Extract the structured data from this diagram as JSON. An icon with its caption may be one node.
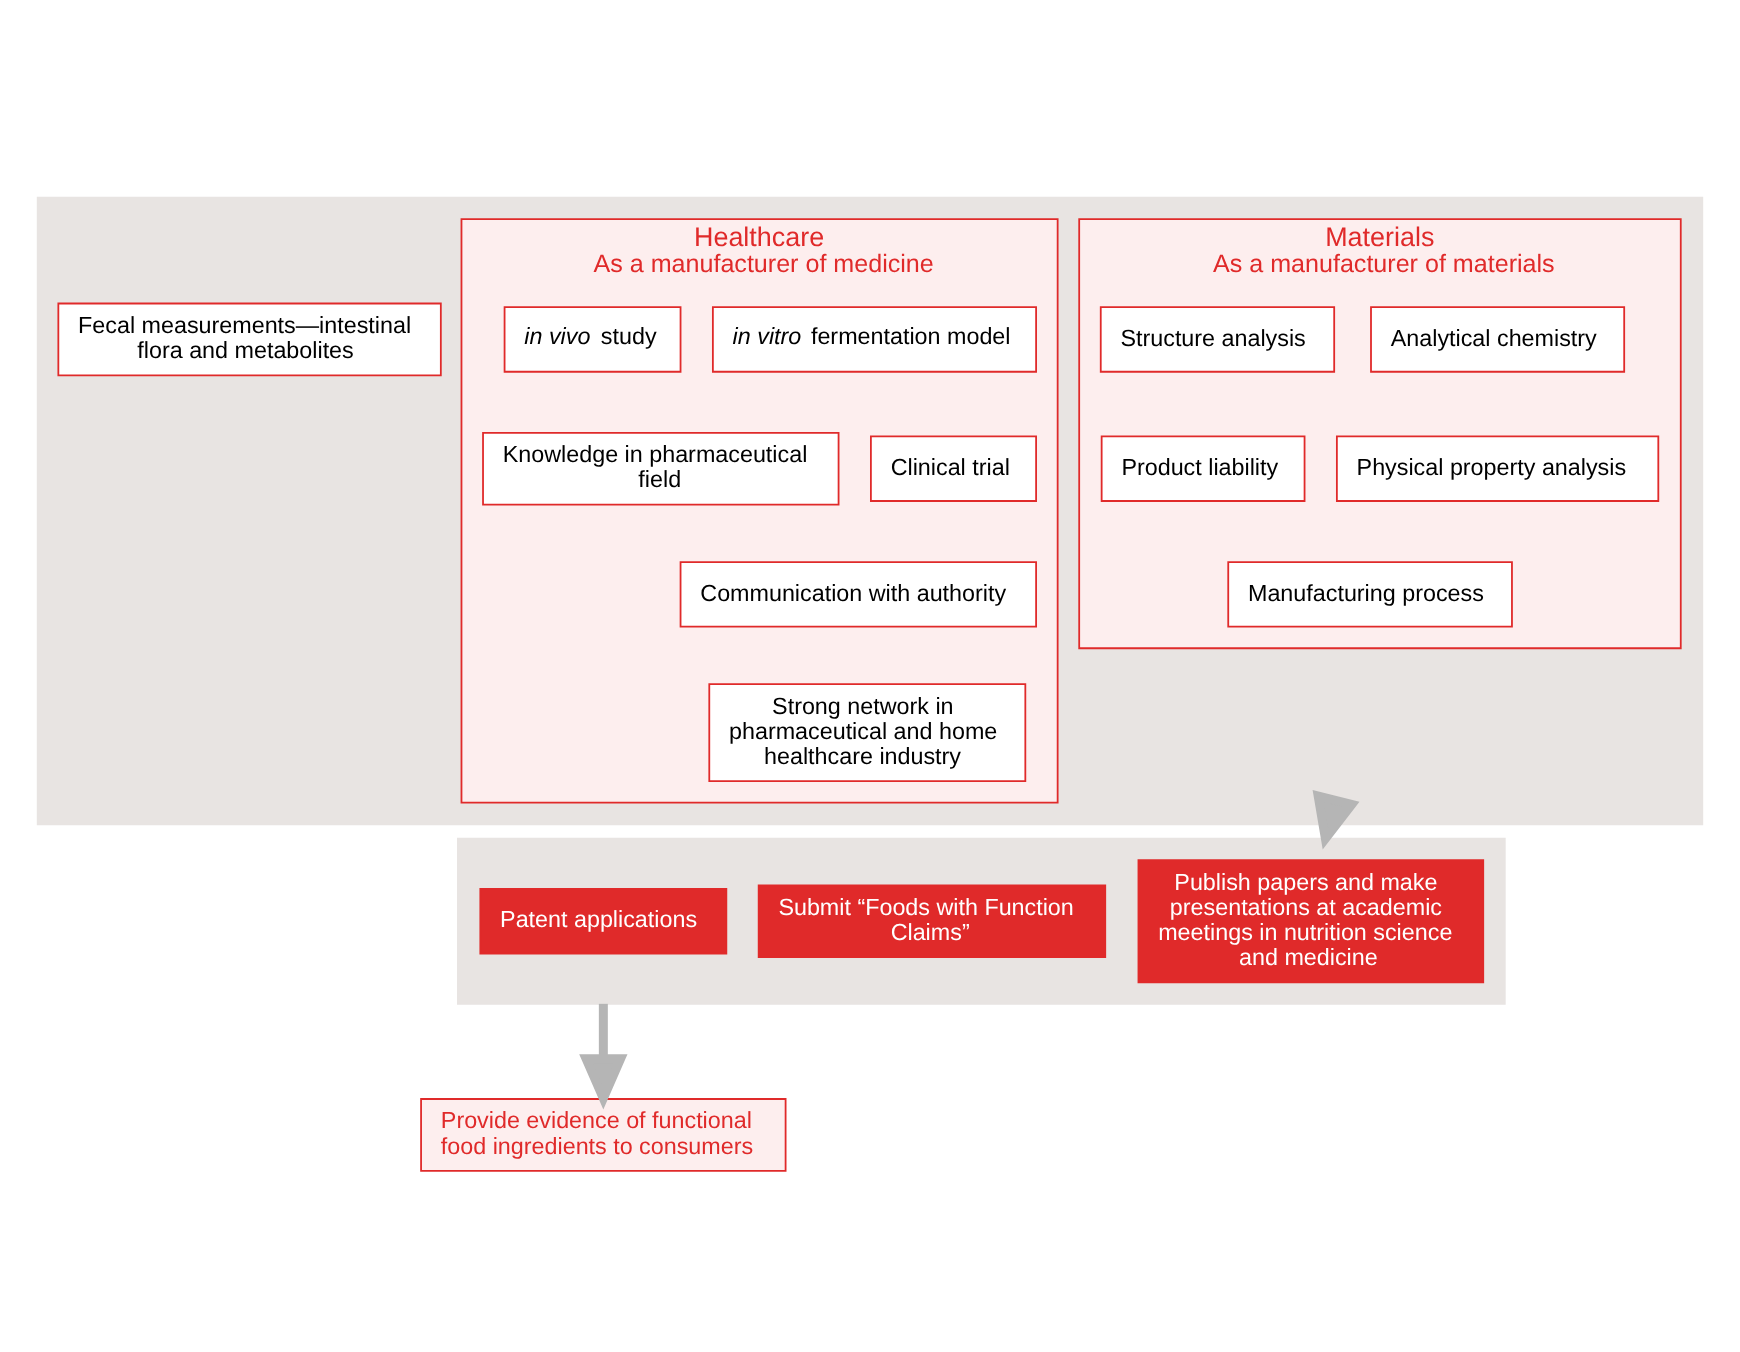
{
  "diagram": {
    "nodes": [
      {
        "text": [],
        "shape": "box"
      },
      {
        "text": [
          "Healthcare",
          "As a manufacturer of medicine"
        ],
        "in": 0
      },
      {
        "text": [
          "*in vitro* fermentation model"
        ],
        "in": 1
      },
      {
        "text": [
          "*in vivo* study"
        ],
        "in": 1
      },
      {
        "text": [
          "Clinical trial"
        ],
        "in": 1
      },
      {
        "text": [
          "Communication with authority"
        ],
        "in": 1
      },
      {
        "text": [
          "Strong network in pharmaceutical and home healthcare industry"
        ],
        "in": 1
      },
      {
        "text": [
          "Knowledge in pharmaceutical field"
        ],
        "in": 1
      },
      {
        "text": [
          "Fecal measurements—intestinal flora and metabolites"
        ],
        "in": 0
      },
      {
        "text": [
          "Materials",
          "As a manufacturer of materials"
        ],
        "in": 0
      },
      {
        "text": [
          "Analytical chemistry"
        ],
        "in": 9
      },
      {
        "text": [
          "Structure analysis"
        ],
        "in": 9
      },
      {
        "text": [
          "Physical property analysis"
        ],
        "in": 9
      },
      {
        "text": [
          "Product liability"
        ],
        "in": 9
      },
      {
        "text": [
          "Manufacturing process"
        ],
        "in": 9
      },
      {
        "text": [],
        "shape": "box"
      },
      {
        "text": [
          "Publish papers and make presentations at academic meetings in nutrition science and medicine"
        ],
        "in": 15
      },
      {
        "text": [
          "Submit “Foods with Function Claims”"
        ],
        "in": 15
      },
      {
        "text": [
          "Patent applications"
        ],
        "in": 15
      },
      {
        "text": [
          "Provide evidence of functional food ingredients to consumers"
        ]
      }
    ],
    "edges": [
      {
        "from": 0,
        "to": 15,
        "arrow": "to"
      },
      {
        "from": 15,
        "to": 19,
        "arrow": "to"
      }
    ]
  }
}
